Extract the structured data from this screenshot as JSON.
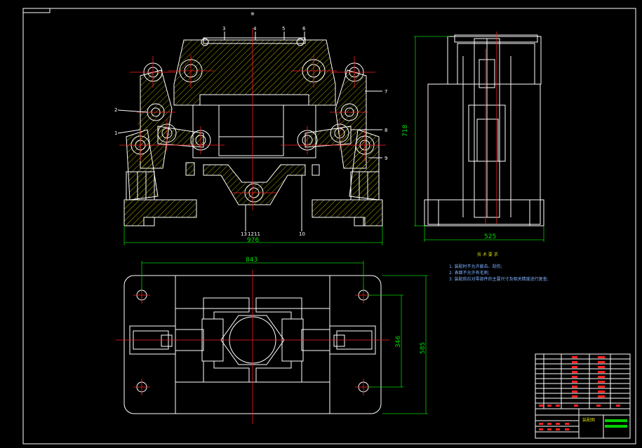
{
  "views": {
    "front": {
      "width_label": "976",
      "part_labels": [
        "1",
        "2",
        "3",
        "4",
        "5",
        "6",
        "7",
        "8",
        "9",
        "10",
        "11",
        "12",
        "13"
      ]
    },
    "side": {
      "height_label": "718",
      "width_label": "525"
    },
    "top": {
      "width_label": "843",
      "inner_height_label": "346",
      "height_label": "585"
    }
  },
  "tech": {
    "title": "技 术 要 求",
    "items": [
      "1. 装配时不允许敲击、刮伤;",
      "2. 表面不允许有毛刺;",
      "3. 装配前应对零部件的主要尺寸及相关精度进行复查;"
    ]
  },
  "title_block": {
    "drawing_name": "装配图"
  },
  "colors": {
    "outline": "#ffffff",
    "hatch": "#d4d400",
    "centerline": "#ff2020",
    "dimension": "#00d000"
  }
}
